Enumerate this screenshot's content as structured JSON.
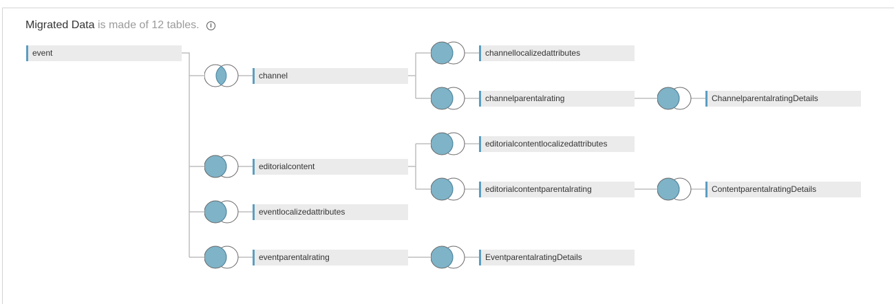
{
  "header": {
    "source_name": "Migrated Data",
    "summary": "is made of 12 tables.",
    "info_icon": "i"
  },
  "colors": {
    "accent": "#5b9dc0",
    "join_fill": "#7fb3c7",
    "table_bg": "#ebebeb",
    "line": "#bdbdbd"
  },
  "tables": {
    "event": "event",
    "channel": "channel",
    "editorialcontent": "editorialcontent",
    "eventlocalizedattributes": "eventlocalizedattributes",
    "eventparentalrating": "eventparentalrating",
    "channellocalizedattributes": "channellocalizedattributes",
    "channelparentalrating": "channelparentalrating",
    "editorialcontentlocalizedattributes": "editorialcontentlocalizedattributes",
    "editorialcontentparentalrating": "editorialcontentparentalrating",
    "EventparentalratingDetails": "EventparentalratingDetails",
    "ChannelparentalratingDetails": "ChannelparentalratingDetails",
    "ContentparentalratingDetails": "ContentparentalratingDetails"
  },
  "joins": [
    {
      "to": "channel",
      "type": "inner"
    },
    {
      "to": "editorialcontent",
      "type": "left"
    },
    {
      "to": "eventlocalizedattributes",
      "type": "left"
    },
    {
      "to": "eventparentalrating",
      "type": "left"
    },
    {
      "to": "channellocalizedattributes",
      "type": "left"
    },
    {
      "to": "channelparentalrating",
      "type": "left"
    },
    {
      "to": "editorialcontentlocalizedattributes",
      "type": "left"
    },
    {
      "to": "editorialcontentparentalrating",
      "type": "left"
    },
    {
      "to": "EventparentalratingDetails",
      "type": "left"
    },
    {
      "to": "ChannelparentalratingDetails",
      "type": "left"
    },
    {
      "to": "ContentparentalratingDetails",
      "type": "left"
    }
  ]
}
